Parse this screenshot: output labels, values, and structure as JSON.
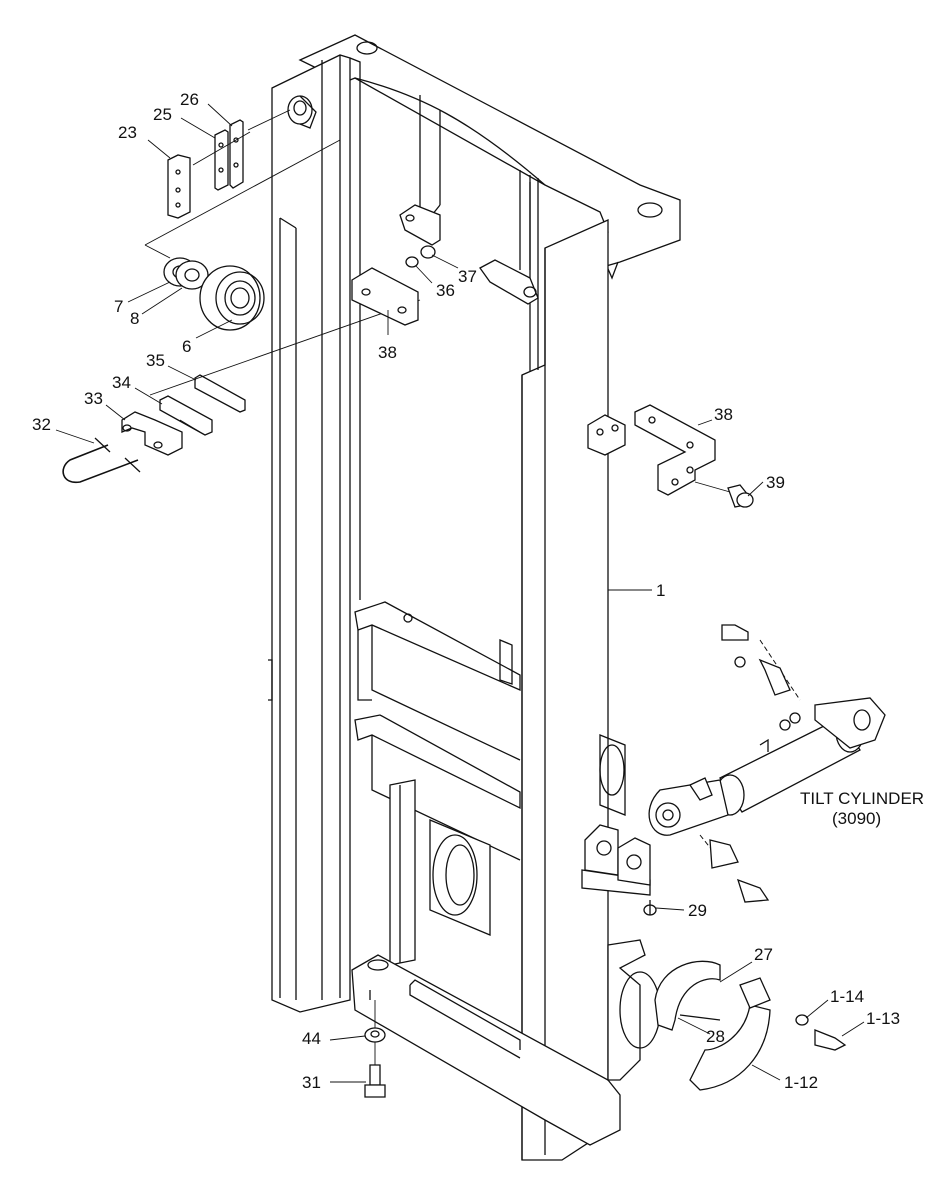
{
  "diagram": {
    "assembly_label": "TILT CYLINDER",
    "assembly_ref": "(3090)",
    "callouts": [
      {
        "id": "23",
        "text": "23"
      },
      {
        "id": "25",
        "text": "25"
      },
      {
        "id": "26",
        "text": "26"
      },
      {
        "id": "7",
        "text": "7"
      },
      {
        "id": "8",
        "text": "8"
      },
      {
        "id": "6",
        "text": "6"
      },
      {
        "id": "35",
        "text": "35"
      },
      {
        "id": "34",
        "text": "34"
      },
      {
        "id": "33",
        "text": "33"
      },
      {
        "id": "32",
        "text": "32"
      },
      {
        "id": "37",
        "text": "37"
      },
      {
        "id": "36",
        "text": "36"
      },
      {
        "id": "38a",
        "text": "38"
      },
      {
        "id": "38b",
        "text": "38"
      },
      {
        "id": "39",
        "text": "39"
      },
      {
        "id": "1",
        "text": "1"
      },
      {
        "id": "29",
        "text": "29"
      },
      {
        "id": "27",
        "text": "27"
      },
      {
        "id": "28",
        "text": "28"
      },
      {
        "id": "1-14",
        "text": "1-14"
      },
      {
        "id": "1-13",
        "text": "1-13"
      },
      {
        "id": "1-12",
        "text": "1-12"
      },
      {
        "id": "44",
        "text": "44"
      },
      {
        "id": "31",
        "text": "31"
      }
    ]
  }
}
